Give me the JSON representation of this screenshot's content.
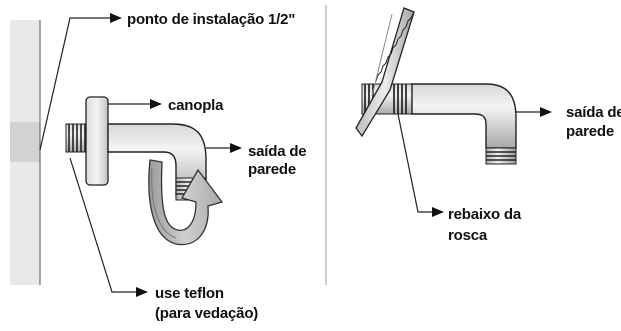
{
  "left_panel": {
    "label_install_point": "ponto de instalação 1/2\"",
    "label_canopla": "canopla",
    "label_outlet_line1": "saída de",
    "label_outlet_line2": "parede",
    "label_teflon_line1": "use teflon",
    "label_teflon_line2": "(para vedação)"
  },
  "right_panel": {
    "label_outlet_line1": "saída de",
    "label_outlet_line2": "parede",
    "label_thread_line1": "rebaixo da",
    "label_thread_line2": "rosca"
  }
}
